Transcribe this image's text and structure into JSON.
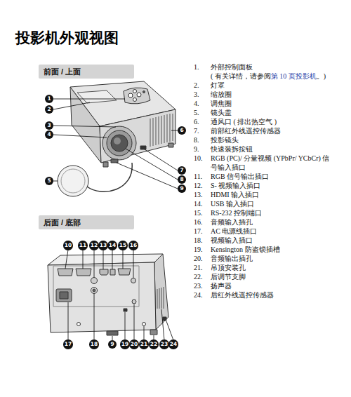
{
  "diagram": {
    "title": "投影机外观视图",
    "nodes": [
      {
        "text": [
          "前面 / 上面"
        ]
      },
      {
        "text": [
          "1"
        ]
      },
      {
        "text": [
          "2"
        ]
      },
      {
        "text": [
          "3"
        ]
      },
      {
        "text": [
          "4"
        ]
      },
      {
        "text": [
          "5"
        ]
      },
      {
        "text": [
          "6"
        ]
      },
      {
        "text": [
          "7"
        ]
      },
      {
        "text": [
          "8"
        ]
      },
      {
        "text": [
          "9"
        ]
      },
      {
        "text": [
          "后面 / 底部"
        ]
      },
      {
        "text": [
          "10"
        ]
      },
      {
        "text": [
          "11"
        ]
      },
      {
        "text": [
          "12"
        ]
      },
      {
        "text": [
          "13"
        ]
      },
      {
        "text": [
          "14"
        ]
      },
      {
        "text": [
          "15"
        ]
      },
      {
        "text": [
          "16"
        ]
      },
      {
        "text": [
          "17"
        ]
      },
      {
        "text": [
          "18"
        ]
      },
      {
        "text": [
          "9"
        ]
      },
      {
        "text": [
          "19"
        ]
      },
      {
        "text": [
          "20"
        ]
      },
      {
        "text": [
          "21"
        ]
      },
      {
        "text": [
          "22"
        ]
      },
      {
        "text": [
          "23"
        ]
      },
      {
        "text": [
          "24"
        ]
      }
    ],
    "labels": [
      "1.",
      "外部控制面板",
      "( 有关详情，请参阅",
      "第 10 页投影机",
      "。)",
      "2.",
      "灯罩",
      "3.",
      "缩放圈",
      "4.",
      "调焦圈",
      "5.",
      "镜头盖",
      "6.",
      "通风口 ( 排出热空气 )",
      "7.",
      "前部红外线遥控传感器",
      "8.",
      "投影镜头",
      "9.",
      "快速装拆按钮",
      "10.",
      "RGB (PC)/ 分量视频 (YPbPr/ YCbCr) 信号输入插口",
      "11.",
      "RGB 信号输出插口",
      "12.",
      "S- 视频输入插口",
      "13.",
      "HDMI 输入插口",
      "14.",
      "USB 输入插口",
      "15.",
      "RS-232 控制端口",
      "16.",
      "音频输入插孔",
      "17.",
      "AC 电源线插口",
      "18.",
      "视频输入插口",
      "19.",
      "Kensington 防盗锁插槽",
      "20.",
      "音频输出插孔",
      "21.",
      "吊顶安装孔",
      "22.",
      "后调节支脚",
      "23.",
      "扬声器",
      "24.",
      "后红外线遥控传感器"
    ]
  }
}
